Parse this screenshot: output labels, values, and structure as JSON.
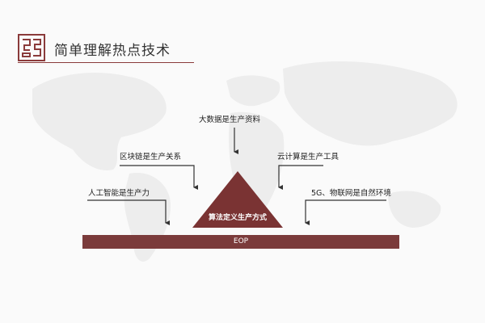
{
  "header": {
    "title": "简单理解热点技术",
    "logo_icon": "seal-logo-icon"
  },
  "diagram": {
    "top_label": "大数据是生产资料",
    "left_upper_label": "区块链是生产关系",
    "left_lower_label": "人工智能是生产力",
    "right_upper_label": "云计算是生产工具",
    "right_lower_label": "5G、物联网是自然环境",
    "triangle_label": "算法定义生产方式",
    "base_label": "EOP"
  },
  "colors": {
    "accent": "#7a3333",
    "bar": "#7b3b3b",
    "text": "#222222",
    "map": "#ececec"
  }
}
